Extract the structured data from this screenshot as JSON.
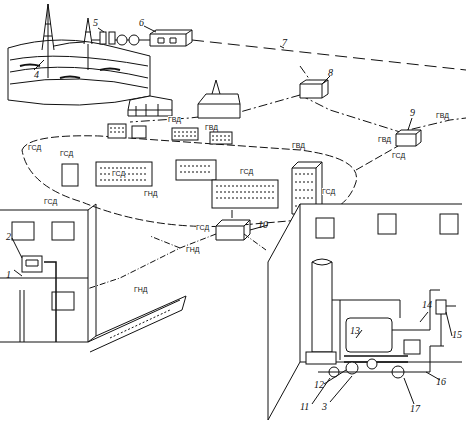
{
  "diagram": {
    "labels": [
      "4",
      "5",
      "6",
      "7",
      "8",
      "9",
      "10",
      "2",
      "1",
      "11",
      "12",
      "3",
      "13",
      "14",
      "15",
      "16",
      "17",
      "ГВД",
      "ГВД",
      "ГВД",
      "ГВД",
      "ГВД",
      "ГСД",
      "ГСД",
      "ГСД",
      "ГСД",
      "ГСД",
      "ГСД",
      "ГСД",
      "ГСД",
      "ГНД",
      "ГНД",
      "ГНД"
    ]
  }
}
